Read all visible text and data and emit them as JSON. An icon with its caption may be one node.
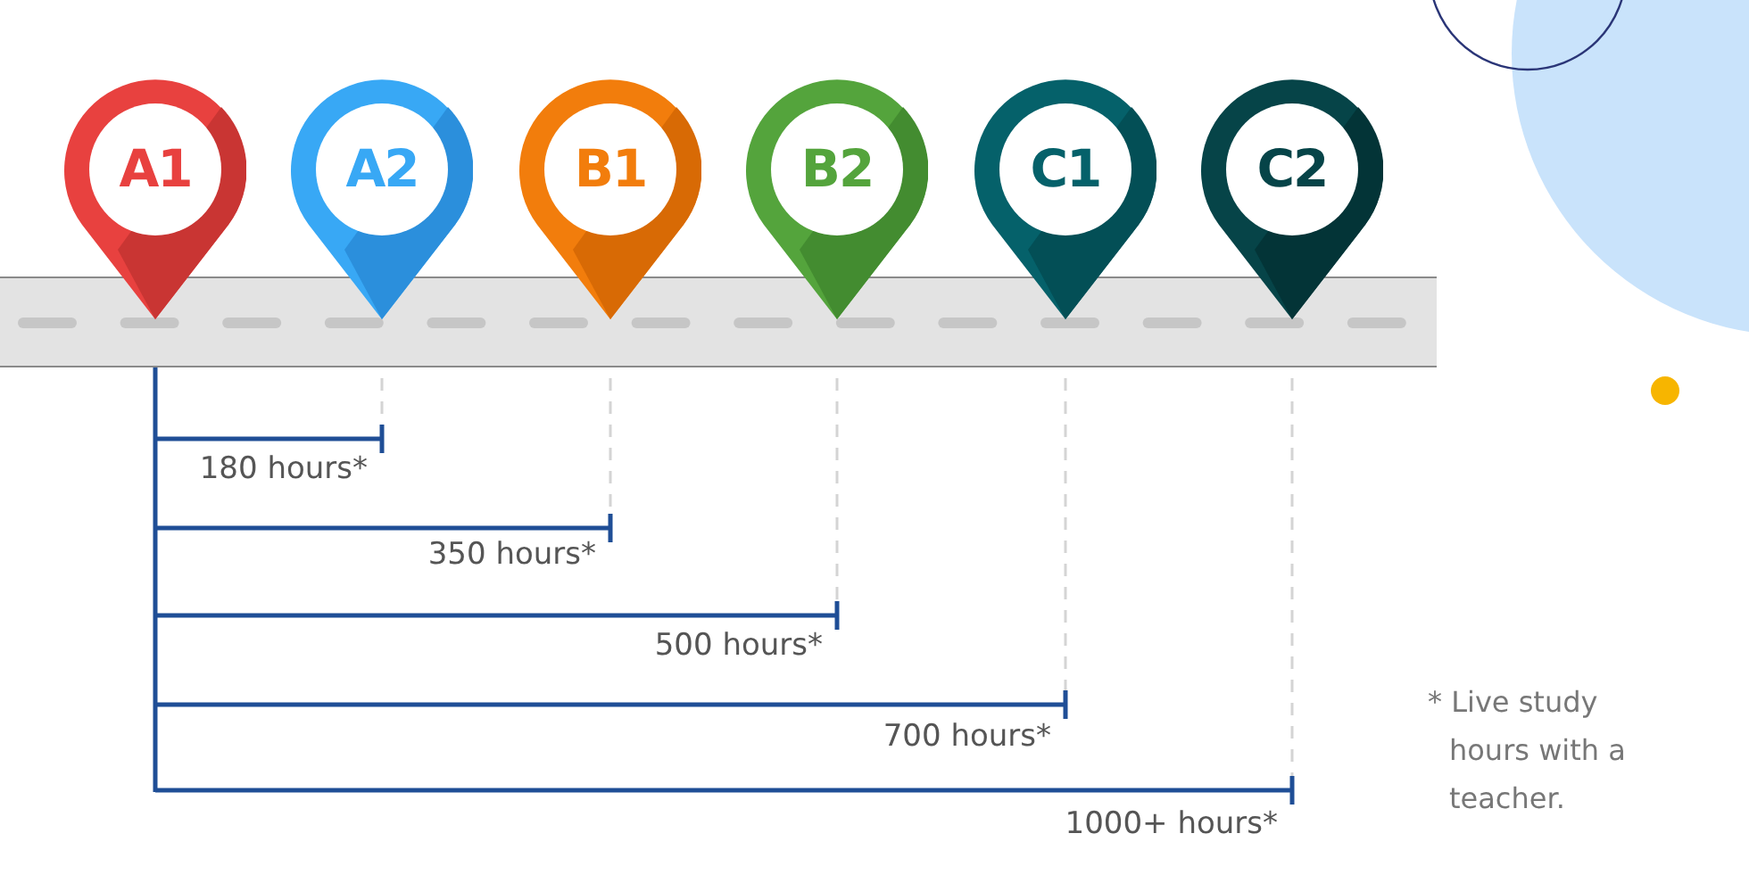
{
  "diagram": {
    "nodes": [
      {
        "text": [
          "A1"
        ]
      },
      {
        "text": [
          "A2"
        ]
      },
      {
        "text": [
          "B1"
        ]
      },
      {
        "text": [
          "B2"
        ]
      },
      {
        "text": [
          "C1"
        ]
      },
      {
        "text": [
          "C2"
        ]
      }
    ],
    "labels": [
      "180 hours*",
      "350 hours*",
      "500 hours*",
      "700 hours*",
      "1000+ hours*",
      "* Live study hours with a teacher."
    ]
  }
}
